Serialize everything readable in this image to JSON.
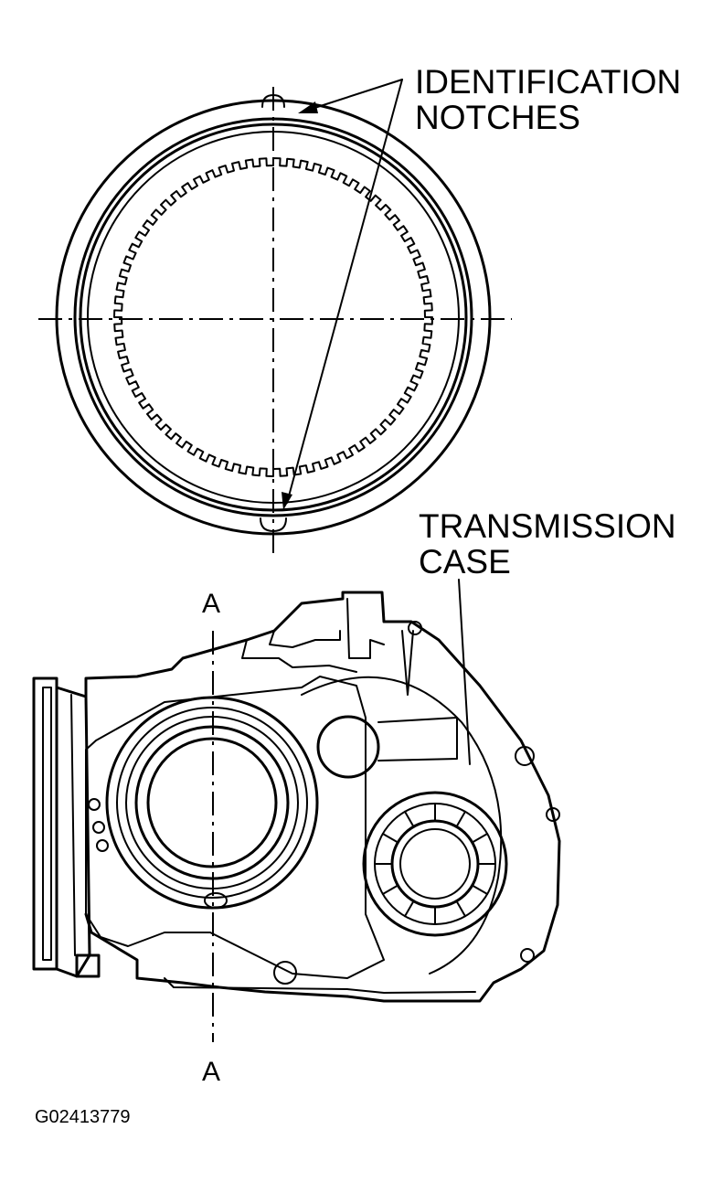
{
  "callouts": {
    "identification_notches": [
      "IDENTIFICATION",
      "NOTCHES"
    ],
    "transmission_case": [
      "TRANSMISSION",
      "CASE"
    ]
  },
  "section_marks": {
    "top": "A",
    "bottom": "A"
  },
  "figure_id": "G02413779"
}
